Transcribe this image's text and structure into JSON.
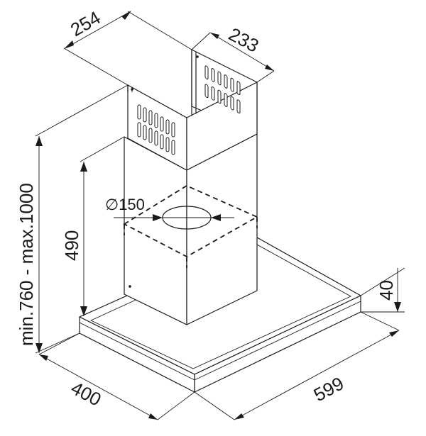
{
  "dimensions": {
    "chimney_width": "254",
    "chimney_depth": "233",
    "duct_diameter": "∅150",
    "lower_chimney_height": "490",
    "total_height": "min.760 - max.1000",
    "hood_thickness": "40",
    "hood_depth": "400",
    "hood_width": "599"
  }
}
